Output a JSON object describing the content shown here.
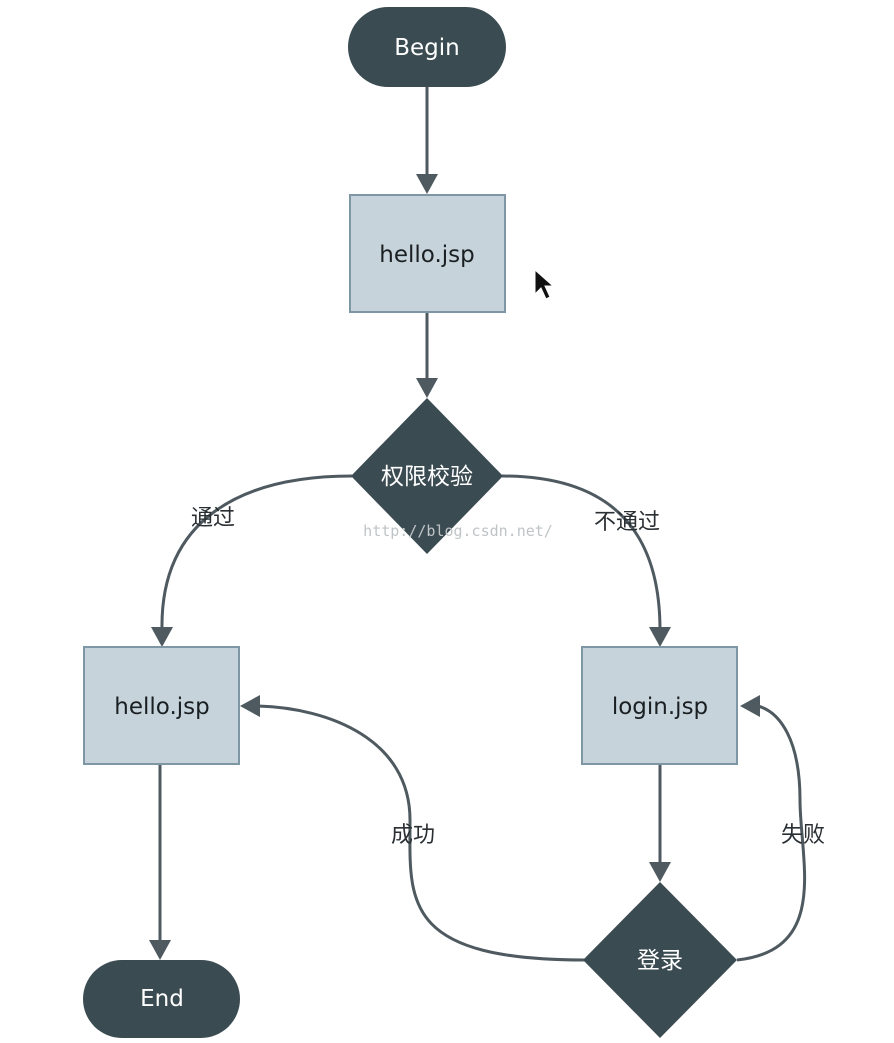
{
  "nodes": {
    "begin": "Begin",
    "hello_top": "hello.jsp",
    "auth_check": "权限校验",
    "hello_left": "hello.jsp",
    "login": "login.jsp",
    "login_decision": "登录",
    "end": "End"
  },
  "edge_labels": {
    "pass": "通过",
    "fail_pass": "不通过",
    "success": "成功",
    "failure": "失败"
  },
  "watermark": "http://blog.csdn.net/",
  "colors": {
    "terminal_fill": "#3b4b52",
    "box_fill": "#c6d3db",
    "box_stroke": "#7f96a4",
    "edge": "#4e5a60"
  }
}
